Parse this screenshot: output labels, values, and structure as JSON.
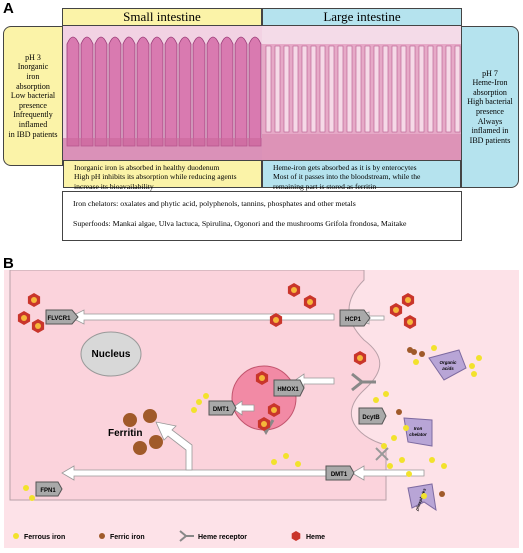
{
  "panel_a": {
    "letter": "A",
    "small_intestine": {
      "title": "Small intestine",
      "side_lines": [
        "pH 3",
        "Inorganic",
        "iron",
        "absorption",
        "Low bacterial",
        "presence",
        "Infrequently",
        "inflamed",
        "in IBD patients"
      ],
      "caption_lines": [
        "Inorganic iron is absorbed in healthy duodenum",
        "High pH inhibits its absorption while reducing agents",
        "increase its bioavailability"
      ]
    },
    "large_intestine": {
      "title": "Large intestine",
      "side_lines": [
        "pH 7",
        "Heme-Iron",
        "absorption",
        "High bacterial",
        "presence",
        "Always",
        "inflamed in",
        "IBD patients"
      ],
      "caption_lines": [
        "Heme-iron gets absorbed as it is by enterocytes",
        "Most of it passes into the bloodstream, while the",
        "remaining part is stored as ferritin"
      ]
    },
    "chelators": "Iron chelators: oxalates and phytic acid, polyphenols, tannins, phosphates and other metals",
    "superfoods": "Superfoods: Mankai algae, Ulva lactuca, Spirulina, Ogonori and the mushrooms Grifola frondosa, Maitake"
  },
  "panel_b": {
    "letter": "B",
    "labels": {
      "flvcr1": "FLVCR1",
      "hcp1": "HCP1",
      "nucleus": "Nucleus",
      "hmox1": "HMOX1",
      "dmt1_inner": "DMT1",
      "dcytb": "DcytB",
      "dmt1_outer": "DMT1",
      "fpn1": "FPN1",
      "ferritin": "Ferritin",
      "organic_acids": [
        "Organic",
        "acids"
      ],
      "iron_chelator": [
        "Iron",
        "chelator"
      ],
      "inhibitor": "phosphates"
    },
    "legend": {
      "ferrous": "Ferrous iron",
      "ferric": "Ferric iron",
      "receptor": "Heme receptor",
      "heme": "Heme"
    },
    "colors": {
      "background": "#fde2e8",
      "cell": "#fbd3dc",
      "nucleus": "#d8d8d8",
      "endosome": "#f28aa5",
      "ferrous": "#f2e22c",
      "ferric": "#a05a2a",
      "heme_outer": "#c9352b",
      "heme_inner": "#f5b73a",
      "transporter": "#a9a9a9",
      "chelator": "#b8a5d6"
    }
  }
}
